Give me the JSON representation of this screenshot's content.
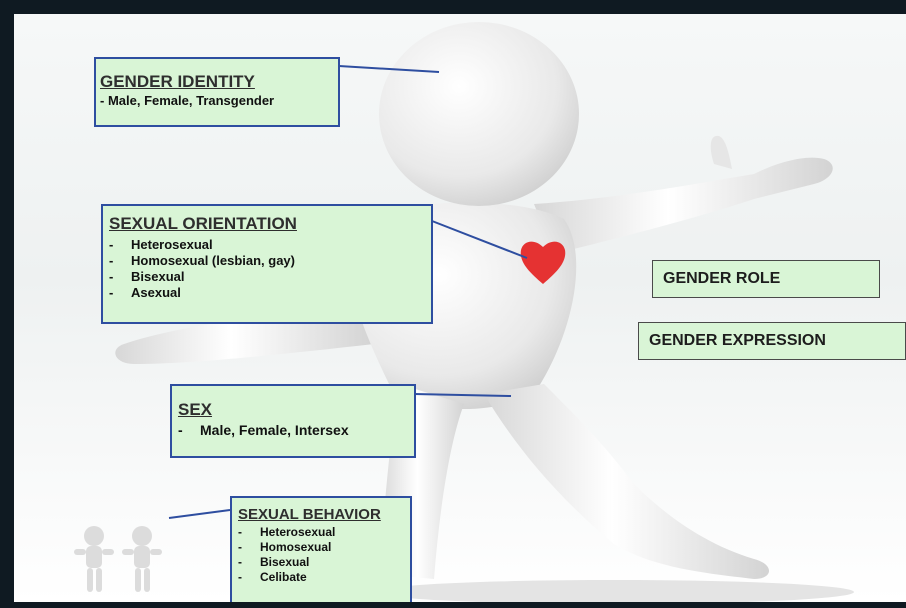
{
  "gender_identity": {
    "title": "GENDER IDENTITY",
    "detail": "- Male, Female, Transgender"
  },
  "sexual_orientation": {
    "title": "SEXUAL ORIENTATION",
    "items": [
      "Heterosexual",
      "Homosexual (lesbian, gay)",
      "Bisexual",
      "Asexual"
    ]
  },
  "gender_role": {
    "label": "GENDER ROLE"
  },
  "gender_expression": {
    "label": "GENDER EXPRESSION"
  },
  "sex": {
    "title": "SEX",
    "items": [
      "Male, Female, Intersex"
    ]
  },
  "sexual_behavior": {
    "title": "SEXUAL BEHAVIOR",
    "items": [
      "Heterosexual",
      "Homosexual",
      "Bisexual",
      "Celibate"
    ]
  },
  "colors": {
    "box_fill": "#d9f5d6",
    "box_border": "#2e4ea0",
    "heart": "#e53232",
    "frame": "#0f1a22"
  }
}
